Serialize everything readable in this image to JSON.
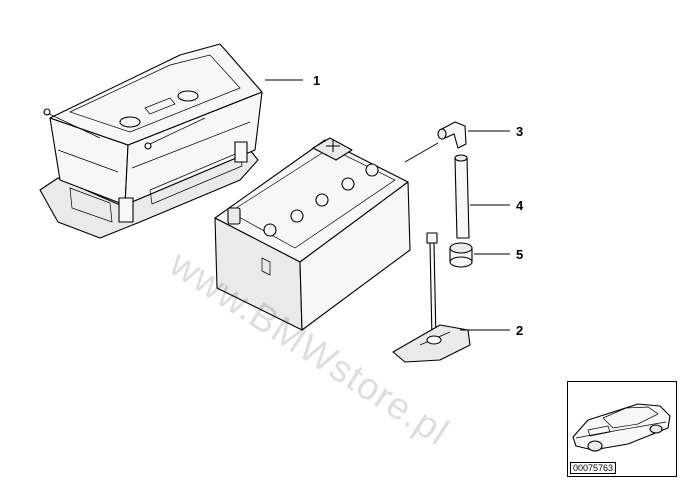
{
  "callouts": [
    "1",
    "2",
    "3",
    "4",
    "5"
  ],
  "reference_id": "00075763",
  "watermark": "www.BMWstore.pl",
  "icons": [
    "battery-tray-icon",
    "battery-icon",
    "hold-down-clamp-icon",
    "vent-elbow-icon",
    "vent-hose-icon",
    "grommet-icon",
    "car-reference-icon"
  ]
}
